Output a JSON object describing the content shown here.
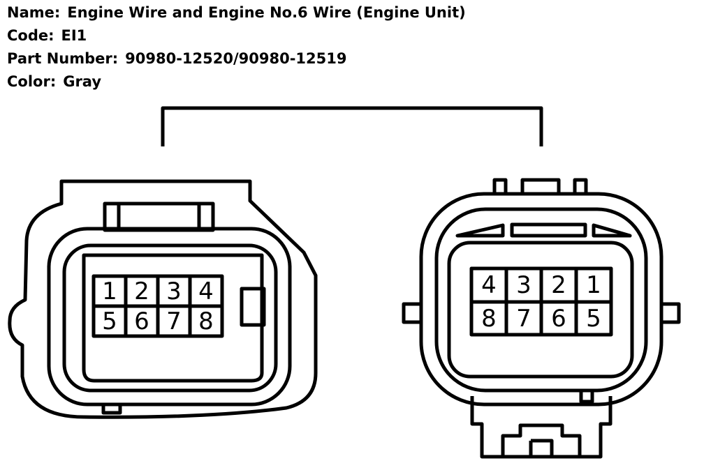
{
  "info": {
    "name_label": "Name:",
    "name_value": "Engine Wire and Engine No.6 Wire (Engine Unit)",
    "code_label": "Code:",
    "code_value": "EI1",
    "part_label": "Part Number:",
    "part_value": "90980-12520/90980-12519",
    "color_label": "Color:",
    "color_value": "Gray"
  },
  "left_connector": {
    "top_row": [
      "1",
      "2",
      "3",
      "4"
    ],
    "bottom_row": [
      "5",
      "6",
      "7",
      "8"
    ]
  },
  "right_connector": {
    "top_row": [
      "4",
      "3",
      "2",
      "1"
    ],
    "bottom_row": [
      "8",
      "7",
      "6",
      "5"
    ]
  }
}
